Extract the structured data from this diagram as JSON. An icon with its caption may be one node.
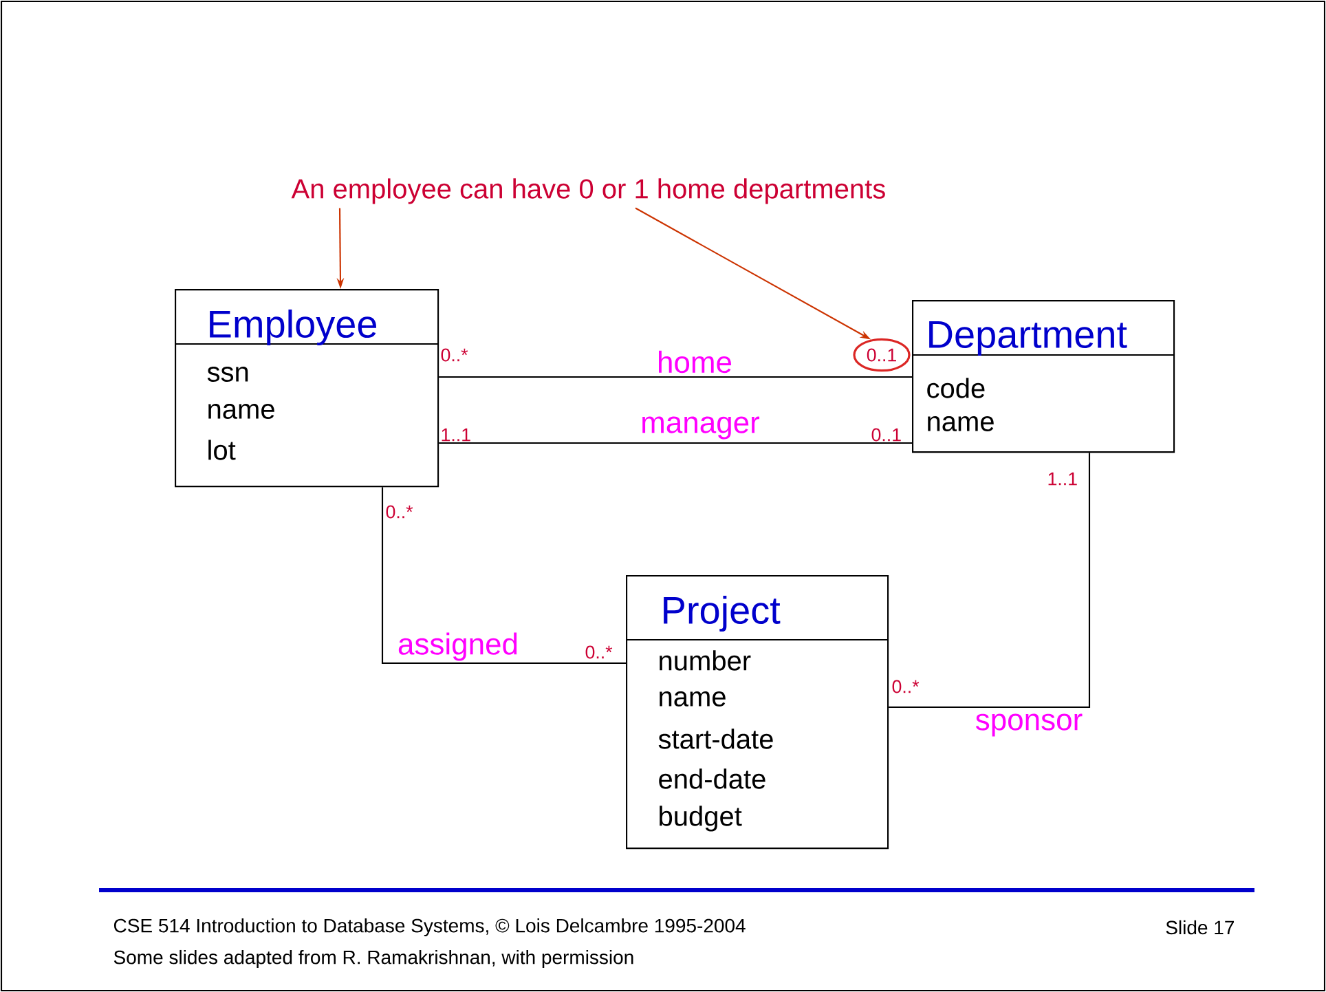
{
  "diagram": {
    "nodes": [
      {
        "text": [
          "An employee can have 0 or 1 home departments"
        ]
      },
      {
        "text": [
          "Employee",
          "ssn",
          "name",
          "lot"
        ]
      },
      {
        "text": [
          "Department",
          "code",
          "name"
        ]
      },
      {
        "text": [
          "Project",
          "number",
          "name",
          "start-date",
          "end-date",
          "budget"
        ]
      },
      {
        "text": [
          "0..1"
        ]
      }
    ],
    "edges": [
      {
        "from": 0,
        "to": 1,
        "arrow": "to",
        "color": "#cc3300"
      },
      {
        "from": 0,
        "to": 4,
        "arrow": "to",
        "color": "#cc3300"
      },
      {
        "from": 1,
        "to": 2,
        "arrow": "none",
        "label": "home"
      },
      {
        "from": 1,
        "to": 2,
        "arrow": "none",
        "label": "manager"
      },
      {
        "from": 1,
        "to": 3,
        "arrow": "none",
        "label": "assigned"
      },
      {
        "from": 3,
        "to": 2,
        "arrow": "none",
        "label": "sponsor"
      }
    ],
    "labels": [
      "0..*",
      "1..1",
      "0..1",
      "1..1",
      "0..*",
      "0..*",
      "0..*",
      "CSE 514 Introduction to Database Systems, © Lois Delcambre 1995-2004",
      "Some slides adapted from R. Ramakrishnan, with permission",
      "Slide 17"
    ]
  }
}
